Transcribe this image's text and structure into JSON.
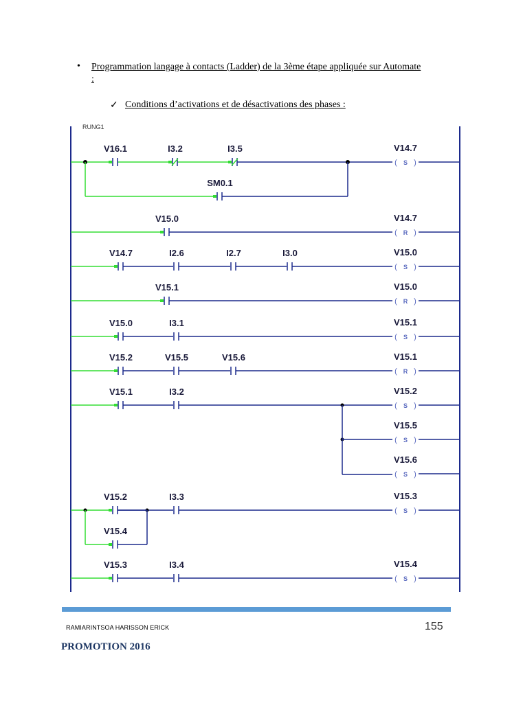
{
  "bullet": {
    "symbol": "•",
    "text": "Programmation langage à contacts (Ladder) de la 3ème étape appliquée sur Automate :"
  },
  "subheading": {
    "symbol": "✓",
    "text": "Conditions d’activations et de désactivations des phases :"
  },
  "ladder": {
    "rung_label": "RUNG1",
    "colors": {
      "energized": "#33dd33",
      "wire": "#1c2a8c",
      "text": "#1a1a3a",
      "coil": "#5a6abf"
    },
    "networks": [
      {
        "contacts": [
          {
            "name": "V16.1",
            "type": "NO",
            "energized": true
          },
          {
            "name": "I3.2",
            "type": "NC",
            "energized": true
          },
          {
            "name": "I3.5",
            "type": "NC",
            "energized": true
          }
        ],
        "parallel": {
          "name": "SM0.1",
          "type": "NO",
          "energized": true
        },
        "coils": [
          {
            "name": "V14.7",
            "op": "S"
          }
        ]
      },
      {
        "contacts": [
          {
            "name": "V15.0",
            "type": "NO",
            "energized": true
          }
        ],
        "coils": [
          {
            "name": "V14.7",
            "op": "R"
          }
        ]
      },
      {
        "contacts": [
          {
            "name": "V14.7",
            "type": "NO",
            "energized": true
          },
          {
            "name": "I2.6",
            "type": "NO",
            "energized": false
          },
          {
            "name": "I2.7",
            "type": "NO",
            "energized": false
          },
          {
            "name": "I3.0",
            "type": "NO",
            "energized": false
          }
        ],
        "coils": [
          {
            "name": "V15.0",
            "op": "S"
          }
        ]
      },
      {
        "contacts": [
          {
            "name": "V15.1",
            "type": "NO",
            "energized": true
          }
        ],
        "coils": [
          {
            "name": "V15.0",
            "op": "R"
          }
        ]
      },
      {
        "contacts": [
          {
            "name": "V15.0",
            "type": "NO",
            "energized": true
          },
          {
            "name": "I3.1",
            "type": "NO",
            "energized": false
          }
        ],
        "coils": [
          {
            "name": "V15.1",
            "op": "S"
          }
        ]
      },
      {
        "contacts": [
          {
            "name": "V15.2",
            "type": "NO",
            "energized": true
          },
          {
            "name": "V15.5",
            "type": "NO",
            "energized": false
          },
          {
            "name": "V15.6",
            "type": "NO",
            "energized": false
          }
        ],
        "coils": [
          {
            "name": "V15.1",
            "op": "R"
          }
        ]
      },
      {
        "contacts": [
          {
            "name": "V15.1",
            "type": "NO",
            "energized": true
          },
          {
            "name": "I3.2",
            "type": "NO",
            "energized": false
          }
        ],
        "coils": [
          {
            "name": "V15.2",
            "op": "S"
          },
          {
            "name": "V15.5",
            "op": "S"
          },
          {
            "name": "V15.6",
            "op": "S"
          }
        ]
      },
      {
        "contacts": [
          {
            "name": "V15.2",
            "type": "NO",
            "energized": true
          },
          {
            "name": "I3.3",
            "type": "NO",
            "energized": false
          }
        ],
        "parallel": {
          "name": "V15.4",
          "type": "NO",
          "energized": true
        },
        "coils": [
          {
            "name": "V15.3",
            "op": "S"
          }
        ]
      },
      {
        "contacts": [
          {
            "name": "V15.3",
            "type": "NO",
            "energized": true
          },
          {
            "name": "I3.4",
            "type": "NO",
            "energized": false
          }
        ],
        "coils": [
          {
            "name": "V15.4",
            "op": "S"
          }
        ]
      }
    ]
  },
  "footer": {
    "author": "RAMIARINTSOA HARISSON ERICK",
    "page_number": "155",
    "promotion": "PROMOTION 2016"
  }
}
